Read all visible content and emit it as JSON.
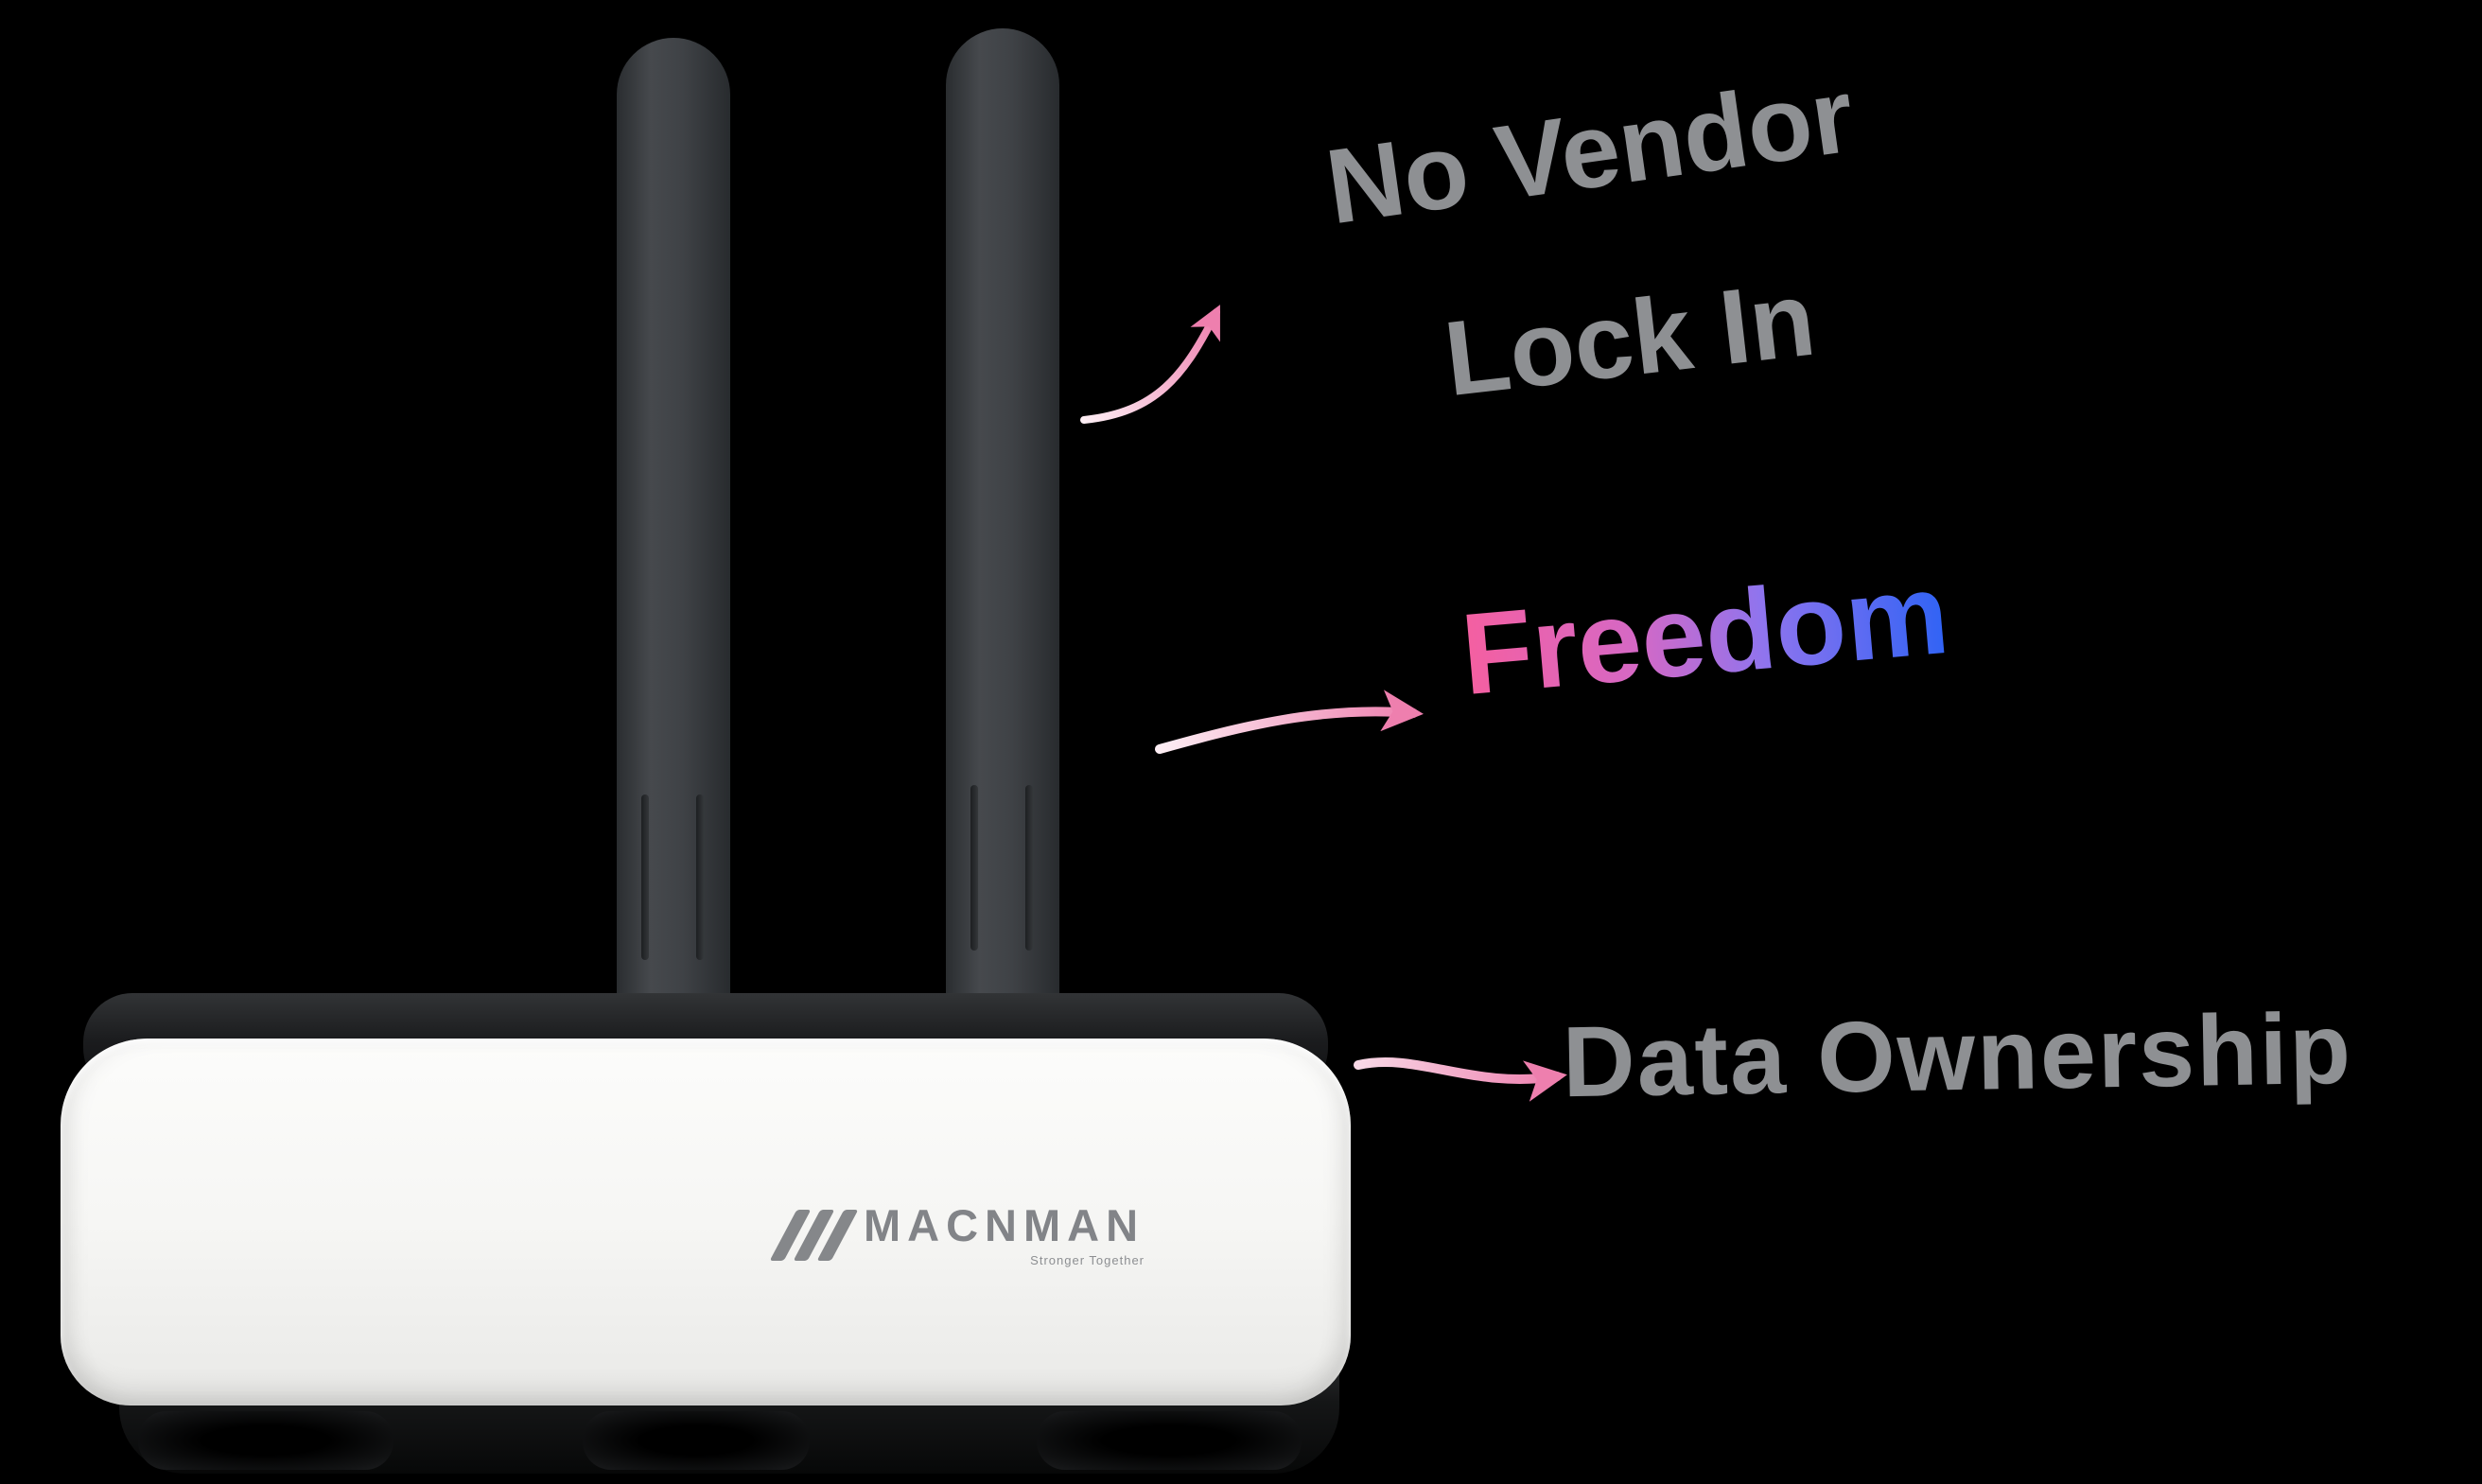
{
  "device": {
    "brand": "MACNMAN",
    "tagline": "Stronger Together"
  },
  "annotations": {
    "no_vendor": {
      "line1": "No Vendor",
      "line2": "Lock In"
    },
    "freedom": {
      "label": "Freedom"
    },
    "data_ownership": {
      "label": "Data Ownership"
    }
  },
  "colors": {
    "background": "#000000",
    "annotation_gray": "#8e9093",
    "arrow_pink": "#ee7fae",
    "freedom_gradient_start": "#f55fa0",
    "freedom_gradient_mid": "#8f74ee",
    "freedom_gradient_end": "#2f63f5",
    "brand_gray": "#85878a",
    "device_body": "#f4f4f2",
    "antenna_dark": "#3f4246"
  }
}
